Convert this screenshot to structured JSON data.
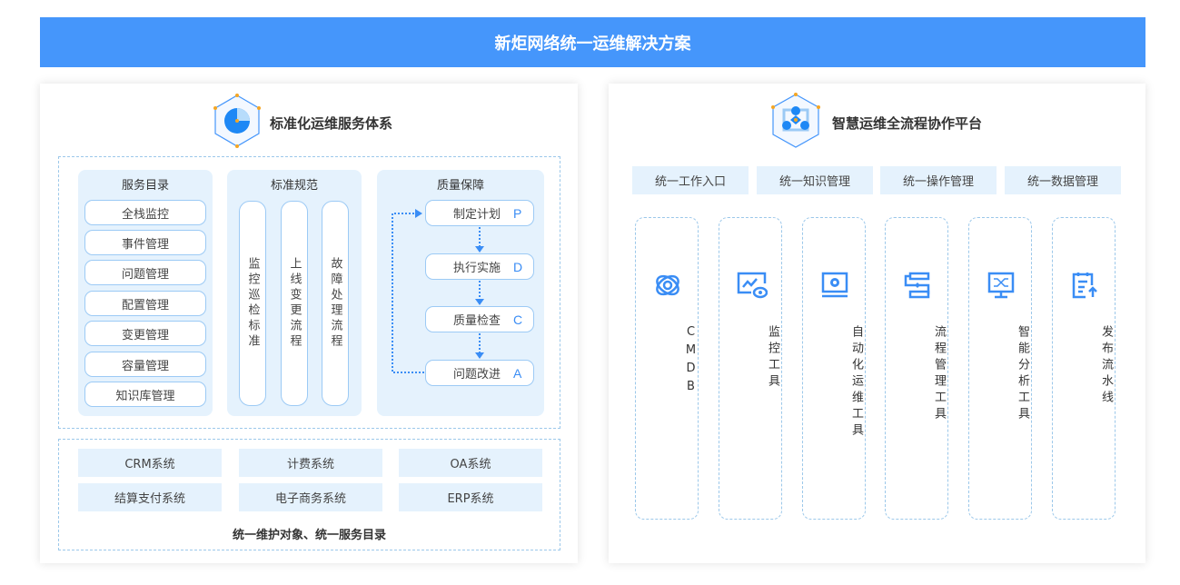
{
  "banner": "新炬网络统一运维解决方案",
  "left": {
    "title": "标准化运维服务体系",
    "catalog": {
      "title": "服务目录",
      "items": [
        "全栈监控",
        "事件管理",
        "问题管理",
        "配置管理",
        "变更管理",
        "容量管理",
        "知识库管理"
      ]
    },
    "standards": {
      "title": "标准规范",
      "items": [
        "监控巡检标准",
        "上线变更流程",
        "故障处理流程"
      ]
    },
    "quality": {
      "title": "质量保障",
      "items": [
        {
          "label": "制定计划",
          "letter": "P"
        },
        {
          "label": "执行实施",
          "letter": "D"
        },
        {
          "label": "质量检查",
          "letter": "C"
        },
        {
          "label": "问题改进",
          "letter": "A"
        }
      ]
    },
    "systems": [
      "CRM系统",
      "计费系统",
      "OA系统",
      "结算支付系统",
      "电子商务系统",
      "ERP系统"
    ],
    "footer": "统一维护对象、统一服务目录"
  },
  "right": {
    "title": "智慧运维全流程协作平台",
    "tabs": [
      "统一工作入口",
      "统一知识管理",
      "统一操作管理",
      "统一数据管理"
    ],
    "tools": [
      {
        "label": "CMDB",
        "icon": "cmdb-icon"
      },
      {
        "label": "监控工具",
        "icon": "monitor-eye-icon"
      },
      {
        "label": "自动化运维工具",
        "icon": "gear-screen-icon"
      },
      {
        "label": "流程管理工具",
        "icon": "flowchart-icon"
      },
      {
        "label": "智能分析工具",
        "icon": "analysis-screen-icon"
      },
      {
        "label": "发布流水线",
        "icon": "release-doc-icon"
      }
    ]
  },
  "colors": {
    "accent": "#4596fb",
    "light": "#e5f2fd"
  }
}
